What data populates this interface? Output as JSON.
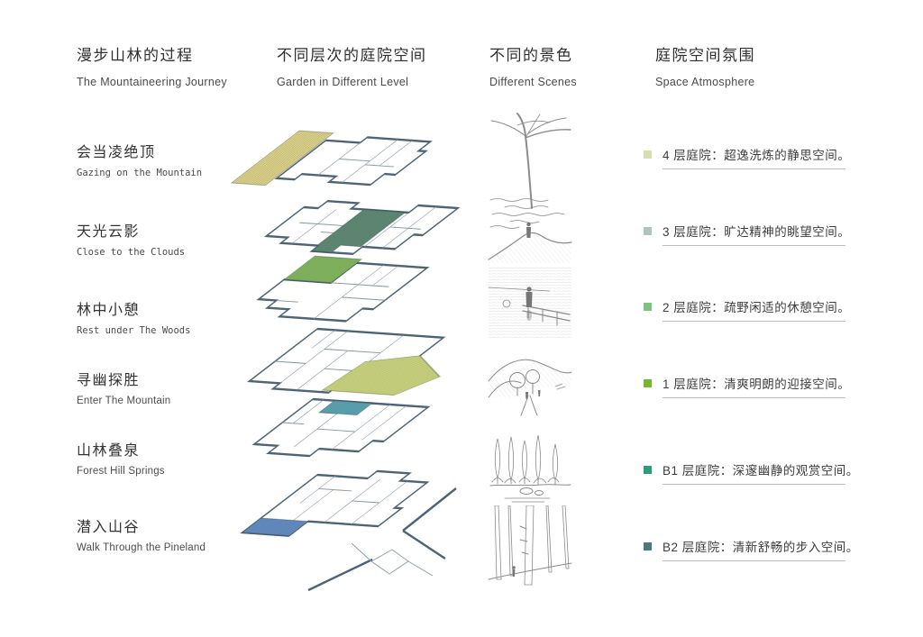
{
  "page": {
    "background": "#ffffff"
  },
  "headers": [
    {
      "zh": "漫步山林的过程",
      "en": "The Mountaineering Journey"
    },
    {
      "zh": "不同层次的庭院空间",
      "en": "Garden in Different Level"
    },
    {
      "zh": "不同的景色",
      "en": "Different Scenes"
    },
    {
      "zh": "庭院空间氛围",
      "en": "Space Atmosphere"
    }
  ],
  "journey_steps": [
    {
      "zh": "会当凌绝顶",
      "en": "Gazing on the Mountain"
    },
    {
      "zh": "天光云影",
      "en": "Close to the Clouds"
    },
    {
      "zh": "林中小憩",
      "en": "Rest under The Woods"
    },
    {
      "zh": "寻幽探胜",
      "en": "Enter The Mountain"
    },
    {
      "zh": "山林叠泉",
      "en": "Forest Hill Springs"
    },
    {
      "zh": "潜入山谷",
      "en": "Walk Through the Pineland"
    }
  ],
  "atmosphere_items": [
    {
      "label": "4 层庭院：超逸洗炼的静思空间。",
      "swatch_color": "#d9ddb2"
    },
    {
      "label": "3 层庭院：旷达精神的眺望空间。",
      "swatch_color": "#aec4bc"
    },
    {
      "label": "2 层庭院：疏野闲适的休憩空间。",
      "swatch_color": "#7cc47f"
    },
    {
      "label": "1 层庭院：清爽明朗的迎接空间。",
      "swatch_color": "#76b82a"
    },
    {
      "label": "B1 层庭院：深邃幽静的观赏空间。",
      "swatch_color": "#2a9d7a"
    },
    {
      "label": "B2 层庭院：清新舒畅的步入空间。",
      "swatch_color": "#497a7d"
    }
  ],
  "floorplans": {
    "outline_color": "#4d6376",
    "inner_wall_color": "#8a99a7",
    "levels": [
      {
        "name": "4f-roof-garden",
        "patch_color": "#ddd48e"
      },
      {
        "name": "3f-garden",
        "patch_color": "#5d8672"
      },
      {
        "name": "2f-garden",
        "patch_color": "#7fb25c"
      },
      {
        "name": "1f-garden",
        "patch_color": "#c5cf7b"
      },
      {
        "name": "b1-garden",
        "patch_color": "#5a9fae"
      },
      {
        "name": "b2-garden",
        "patch_color": "#6189bd"
      }
    ]
  },
  "scenes": {
    "sketch_color": "#8b8b8b",
    "items": [
      {
        "name": "branches-overhead"
      },
      {
        "name": "figure-above-clouds"
      },
      {
        "name": "figure-at-railing"
      },
      {
        "name": "path-into-valley"
      },
      {
        "name": "forest-springs"
      },
      {
        "name": "pine-trunks"
      }
    ]
  }
}
